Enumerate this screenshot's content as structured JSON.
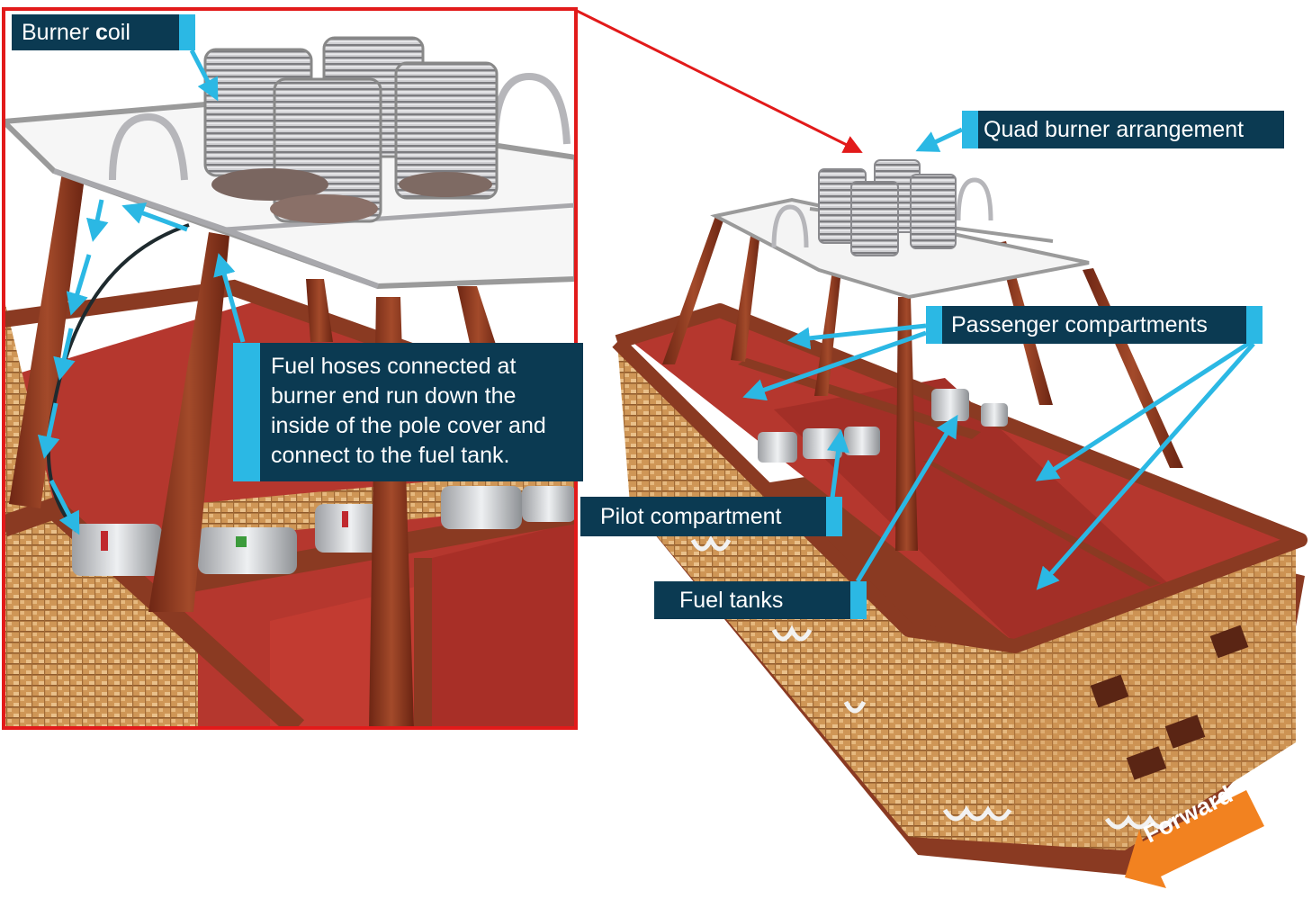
{
  "labels": {
    "burner_coil": {
      "pre": "Burner ",
      "bold": "c",
      "post": "oil"
    },
    "quad_burner": "Quad burner arrangement",
    "passenger": "Passenger compartments",
    "fuel_hoses": "Fuel hoses connected at burner end run down the inside of the pole cover and connect to the fuel tank.",
    "pilot": "Pilot compartment",
    "fuel_tanks": "Fuel tanks"
  },
  "direction_arrow": {
    "text": "Forward"
  },
  "colors": {
    "label_bg": "#0b3a52",
    "label_tab": "#2bb8e4",
    "pointer_arrow": "#2bb8e4",
    "inset_border": "#e21a1a",
    "forward_arrow": "#f28220",
    "wicker": "#d39a5a",
    "leather_trim": "#8a3a22",
    "compartment_red": "#b5372e"
  }
}
